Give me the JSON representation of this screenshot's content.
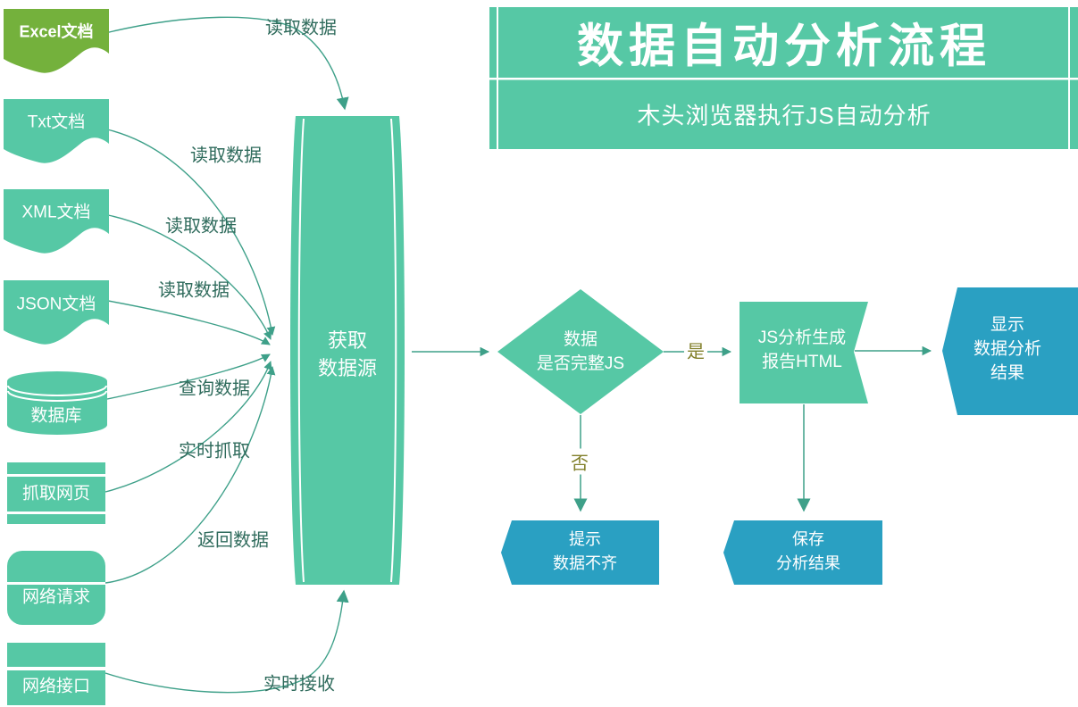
{
  "title": {
    "heading": "数据自动分析流程",
    "subtitle": "木头浏览器执行JS自动分析"
  },
  "sources": [
    {
      "label": "Excel文档",
      "edge_label": "读取数据"
    },
    {
      "label": "Txt文档",
      "edge_label": "读取数据"
    },
    {
      "label": "XML文档",
      "edge_label": "读取数据"
    },
    {
      "label": "JSON文档",
      "edge_label": "读取数据"
    },
    {
      "label": "数据库",
      "edge_label": "查询数据"
    },
    {
      "label": "抓取网页",
      "edge_label": "实时抓取"
    },
    {
      "label": "网络请求",
      "edge_label": "返回数据"
    },
    {
      "label": "网络接口",
      "edge_label": "实时接收"
    }
  ],
  "nodes": {
    "acquire": "获取\n数据源",
    "decision": "数据\n是否完整JS",
    "generate": "JS分析生成\n报告HTML",
    "display": "显示\n数据分析\n结果",
    "notify": "提示\n数据不齐",
    "save": "保存\n分析结果"
  },
  "decision_labels": {
    "yes": "是",
    "no": "否"
  },
  "colors": {
    "teal": "#56C8A5",
    "blue": "#2AA0C2",
    "green": "#74B13C",
    "connector": "#3EA089",
    "edge_label_text": "#2F6B5C",
    "branch_label_text": "#82802B",
    "shape_text": "#FFFFFF"
  }
}
